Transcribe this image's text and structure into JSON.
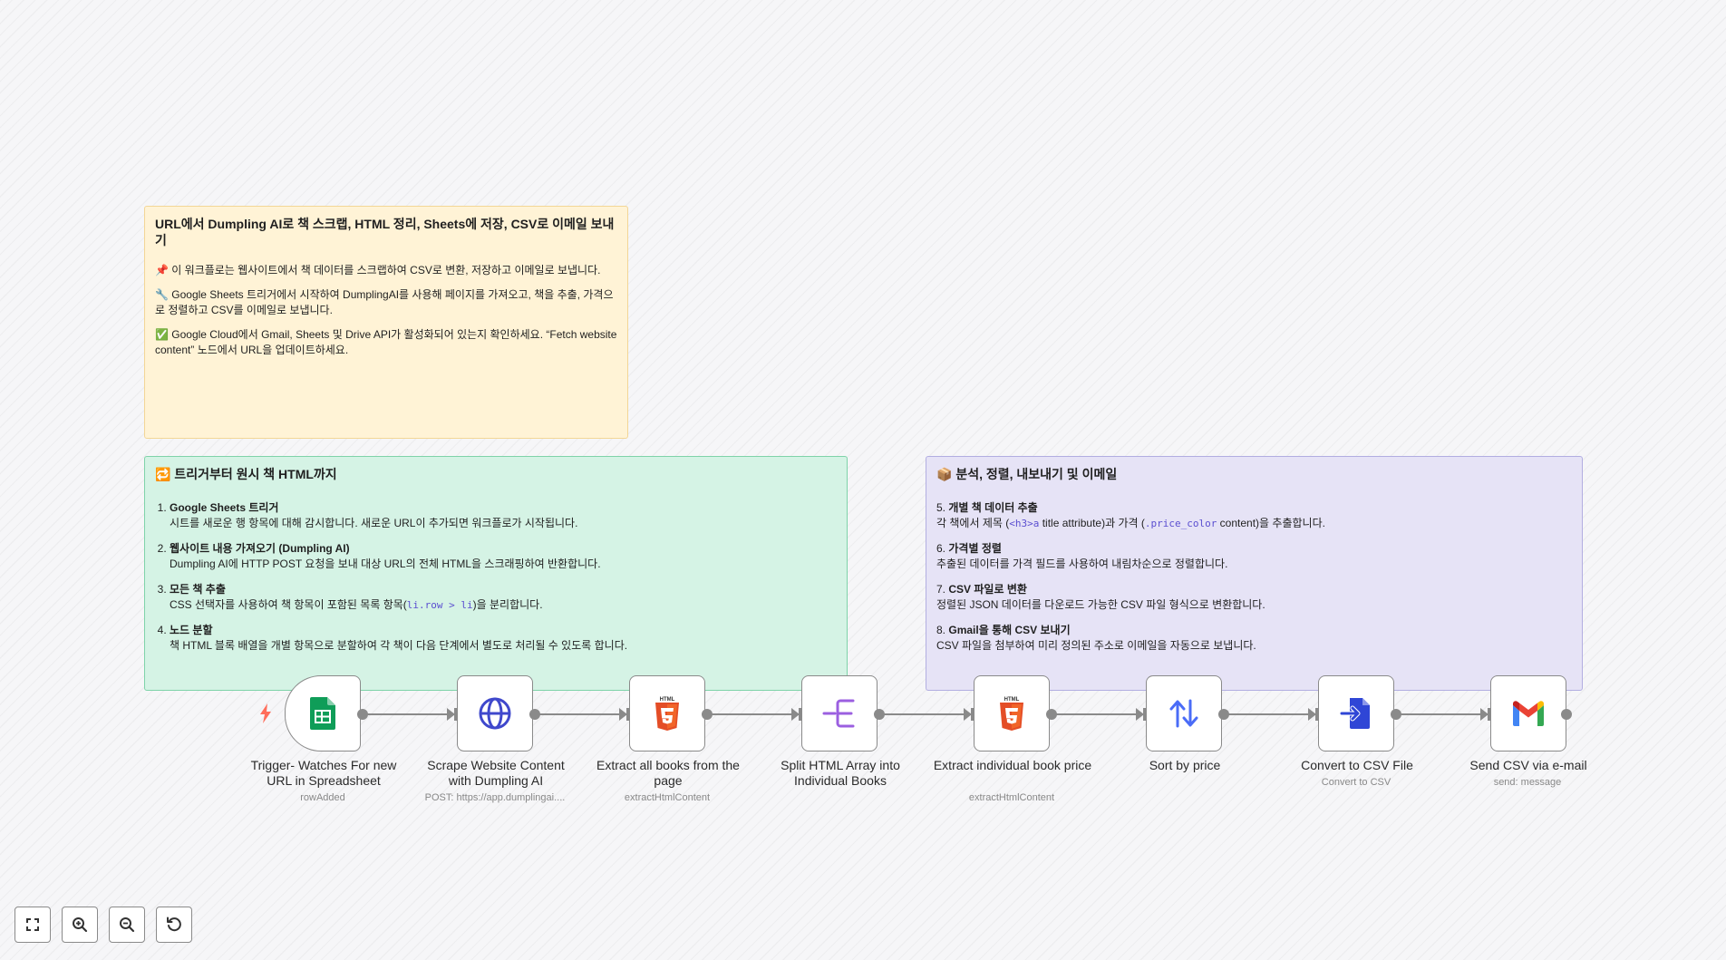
{
  "notes": {
    "yellow": {
      "title": "URL에서 Dumpling AI로 책 스크랩, HTML 정리, Sheets에 저장, CSV로 이메일 보내기",
      "p1": "📌 이 워크플로는 웹사이트에서 책 데이터를 스크랩하여 CSV로 변환, 저장하고 이메일로 보냅니다.",
      "p2": "🔧 Google Sheets 트리거에서 시작하여 DumplingAI를 사용해 페이지를 가져오고, 책을 추출, 가격으로 정렬하고 CSV를 이메일로 보냅니다.",
      "p3": "✅ Google Cloud에서 Gmail, Sheets 및 Drive API가 활성화되어 있는지 확인하세요. “Fetch website content” 노드에서 URL을 업데이트하세요."
    },
    "green": {
      "title": "🔁 트리거부터 원시 책 HTML까지",
      "steps": [
        {
          "bold": "Google Sheets 트리거",
          "desc": "시트를 새로운 행 항목에 대해 감시합니다. 새로운 URL이 추가되면 워크플로가 시작됩니다."
        },
        {
          "bold": "웹사이트 내용 가져오기 (Dumpling AI)",
          "desc": "Dumpling AI에 HTTP POST 요청을 보내 대상 URL의 전체 HTML을 스크래핑하여 반환합니다."
        },
        {
          "bold": "모든 책 추출",
          "desc_pre": "CSS 선택자를 사용하여 책 항목이 포함된 목록 항목(",
          "code": "li.row &gt; li",
          "desc_post": ")을 분리합니다."
        },
        {
          "bold": "노드 분할",
          "desc": "책 HTML 블록 배열을 개별 항목으로 분할하여 각 책이 다음 단계에서 별도로 처리될 수 있도록 합니다."
        }
      ]
    },
    "purple": {
      "title": "📦 분석, 정렬, 내보내기 및 이메일",
      "steps": [
        {
          "num": "5.",
          "bold": "개별 책 데이터 추출",
          "desc_pre": "각 책에서 제목 (",
          "code1": "&lt;h3&gt;a",
          "desc_mid": " title attribute)과 가격 (",
          "code2": ".price_color",
          "desc_post": " content)을 추출합니다."
        },
        {
          "num": "6.",
          "bold": "가격별 정렬",
          "desc": "추출된 데이터를 가격 필드를 사용하여 내림차순으로 정렬합니다."
        },
        {
          "num": "7.",
          "bold": "CSV 파일로 변환",
          "desc": "정렬된 JSON 데이터를 다운로드 가능한 CSV 파일 형식으로 변환합니다."
        },
        {
          "num": "8.",
          "bold": "Gmail을 통해 CSV 보내기",
          "desc": "CSV 파일을 첨부하여 미리 정의된 주소로 이메일을 자동으로 보냅니다."
        }
      ]
    }
  },
  "nodes": [
    {
      "title": "Trigger- Watches For new URL in Spreadsheet",
      "subtitle": "rowAdded",
      "icon": "google-sheets-icon"
    },
    {
      "title": "Scrape Website Content with Dumpling AI",
      "subtitle": "POST: https://app.dumplingai....",
      "icon": "globe-icon"
    },
    {
      "title": "Extract all books from the page",
      "subtitle": "extractHtmlContent",
      "icon": "html5-icon"
    },
    {
      "title": "Split HTML Array into Individual Books",
      "subtitle": "",
      "icon": "split-out-icon"
    },
    {
      "title": "Extract individual book price",
      "subtitle": "extractHtmlContent",
      "icon": "html5-icon"
    },
    {
      "title": "Sort by price",
      "subtitle": "",
      "icon": "sort-arrows-icon"
    },
    {
      "title": "Convert to CSV File",
      "subtitle": "Convert to CSV",
      "icon": "convert-file-icon"
    },
    {
      "title": "Send CSV via e-mail",
      "subtitle": "send: message",
      "icon": "gmail-icon"
    }
  ],
  "toolbar": [
    "fit-view-icon",
    "zoom-in-icon",
    "zoom-out-icon",
    "reset-icon"
  ],
  "colors": {
    "sheets_green": "#0F9D58",
    "globe_blue": "#3f48cc",
    "html_orange": "#E44D26",
    "split_purple": "#9b5fe0",
    "sort_blue": "#4a6cf7",
    "convert_blue": "#2f46d6"
  }
}
